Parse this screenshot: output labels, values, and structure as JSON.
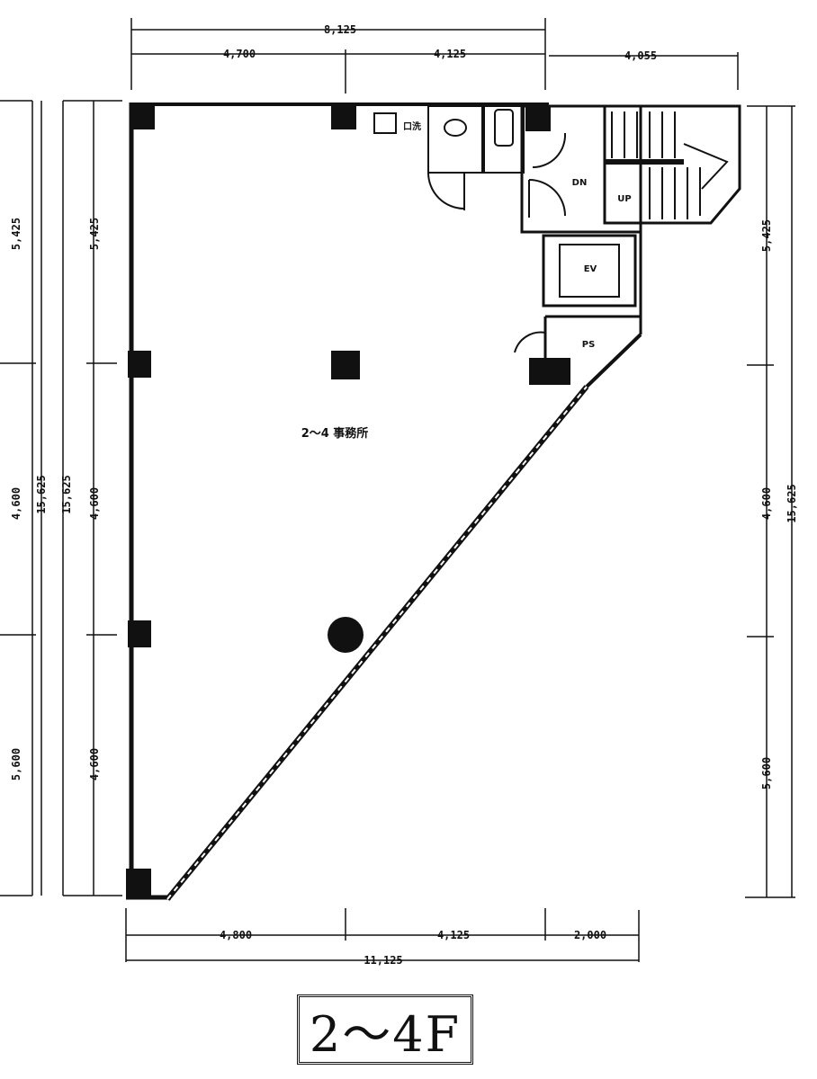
{
  "floor_label": "2〜4F",
  "room_label": "2〜4 事務所",
  "elevator_label": "EV",
  "ps_label": "PS",
  "up_label": "UP",
  "dn_label": "DN",
  "wash_label": "口洗",
  "dimensions": {
    "top_overall": "8,125",
    "top_left": "4,700",
    "top_mid": "4,125",
    "top_right": "4,055",
    "bottom_left": "4,800",
    "bottom_mid": "4,125",
    "bottom_right": "2,000",
    "bottom_overall": "11,125",
    "left_upper": "5,425",
    "left_mid": "4,600",
    "left_lower": "5,600",
    "left_total_a": "15,625",
    "left_total_b": "15,625",
    "inner_upper": "5,425",
    "inner_mid": "4,600",
    "inner_lower": "4,600",
    "right_upper": "5,425",
    "right_mid": "4,600",
    "right_lower": "5,600",
    "right_total": "15,625"
  }
}
